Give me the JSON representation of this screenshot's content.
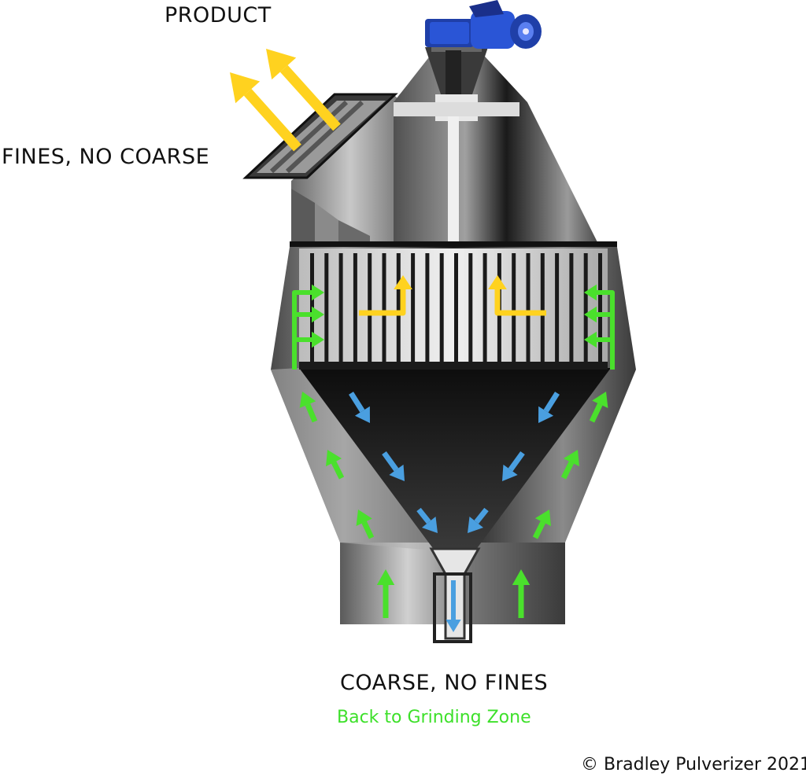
{
  "labels": {
    "product": "PRODUCT",
    "fines_no_coarse": "FINES, NO COARSE",
    "coarse_no_fines": "COARSE, NO FINES",
    "back_to_grinding": "Back to Grinding Zone",
    "copyright": "© Bradley Pulverizer 2021"
  },
  "colors": {
    "product_arrow": "#ffd21f",
    "fines_flow": "#4ae02c",
    "coarse_flow": "#4a9fe0",
    "motor_blue": "#1f3fa8",
    "steel_dark": "#2f2f2f",
    "steel_light": "#d8d8d8"
  },
  "icons": [
    "motor-icon",
    "arrow-icon"
  ]
}
